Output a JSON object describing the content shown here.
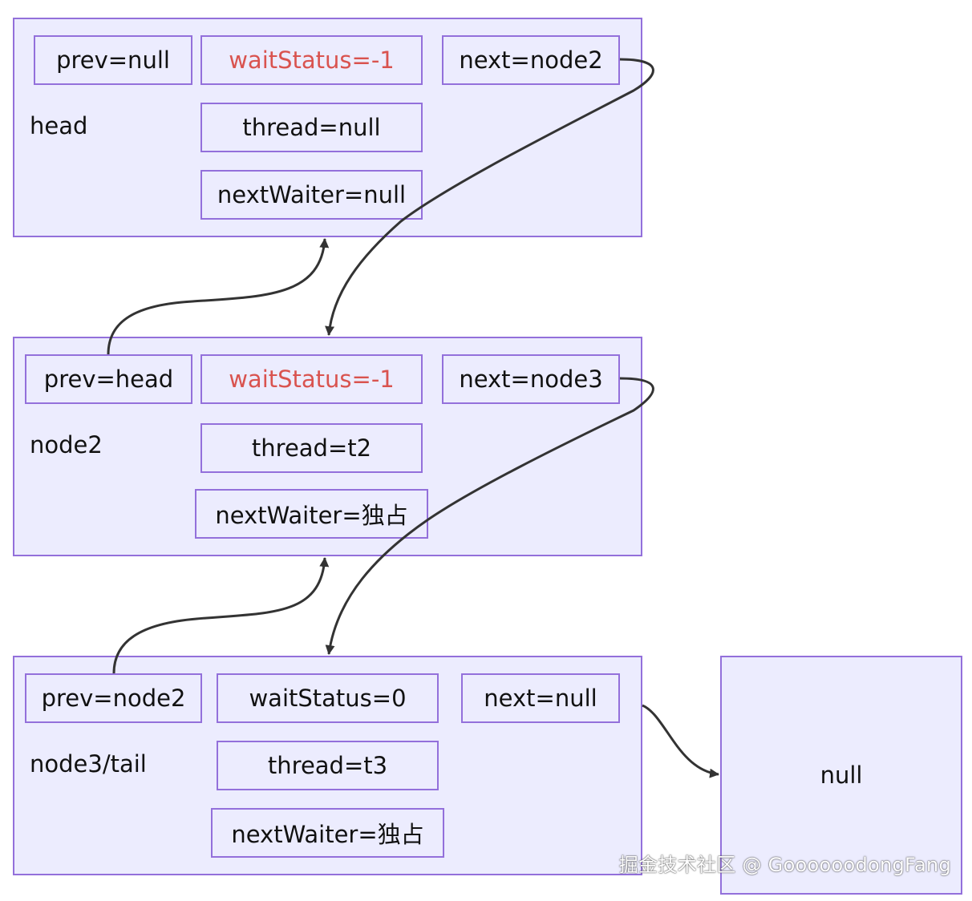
{
  "nodes": {
    "head": {
      "label": "head",
      "prev": "prev=null",
      "wait_status": "waitStatus=-1",
      "next": "next=node2",
      "thread": "thread=null",
      "next_waiter": "nextWaiter=null"
    },
    "node2": {
      "label": "node2",
      "prev": "prev=head",
      "wait_status": "waitStatus=-1",
      "next": "next=node3",
      "thread": "thread=t2",
      "next_waiter": "nextWaiter=独占"
    },
    "node3": {
      "label": "node3/tail",
      "prev": "prev=node2",
      "wait_status": "waitStatus=0",
      "next": "next=null",
      "thread": "thread=t3",
      "next_waiter": "nextWaiter=独占"
    },
    "null_node": {
      "label": "null"
    }
  },
  "colors": {
    "fill": "#ececfe",
    "border": "#9370db",
    "highlight_text": "#d9534f",
    "edge": "#333333"
  },
  "watermark": "掘金技术社区 @ GoooooodongFang"
}
